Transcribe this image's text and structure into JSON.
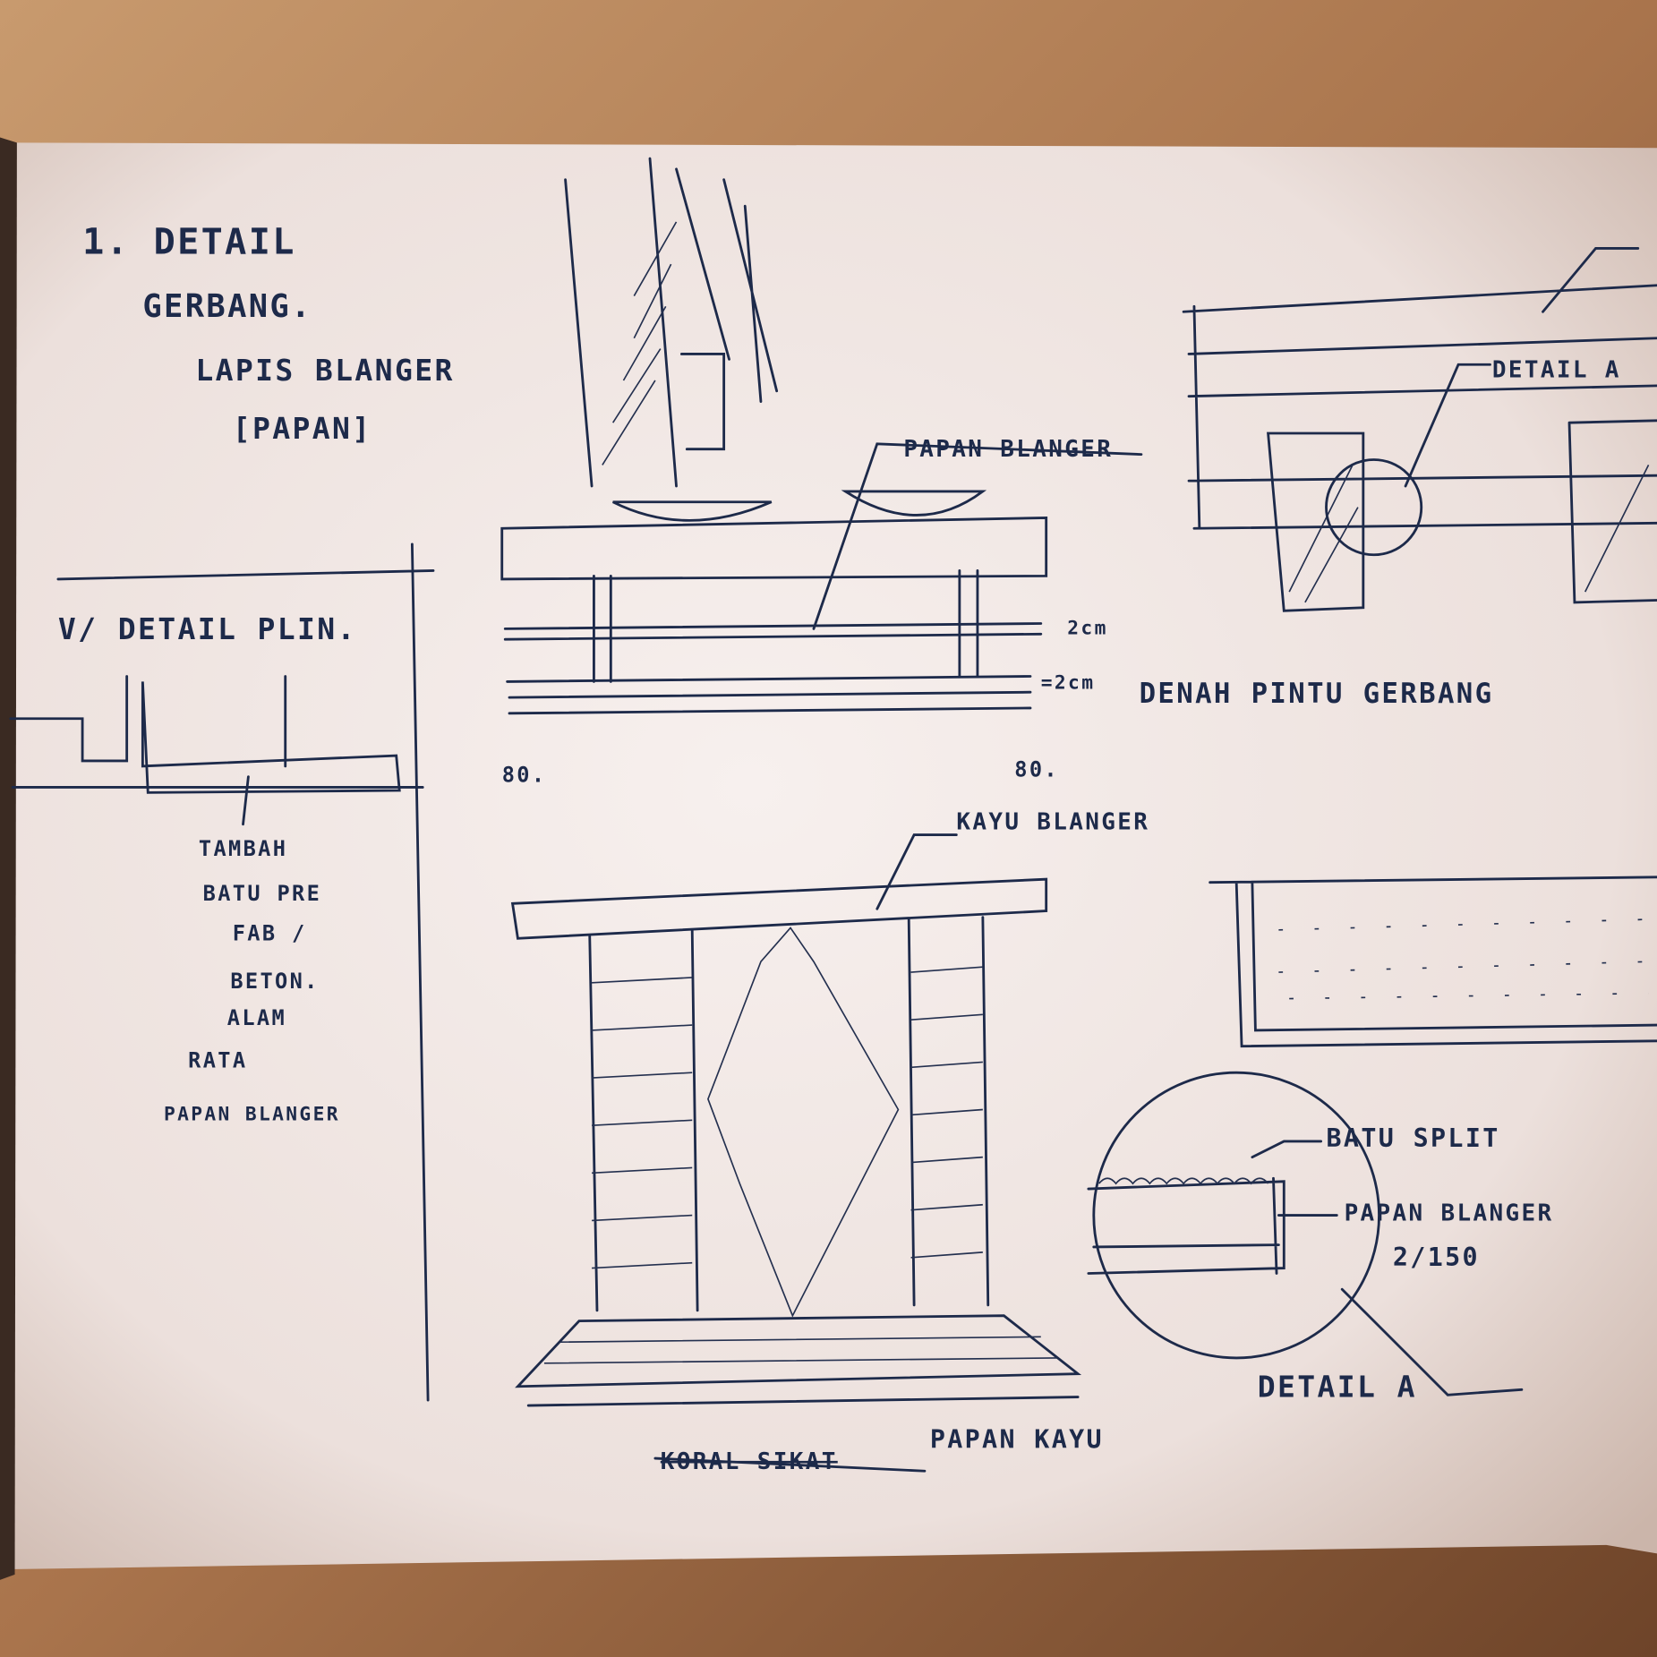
{
  "sketch": {
    "title_lines": [
      "1. DETAIL",
      "GERBANG.",
      "LAPIS BLANGER",
      "[PAPAN]"
    ],
    "plinth": {
      "heading": "V/ DETAIL PLIN.",
      "note_lines": [
        "TAMBAH",
        "BATU PRE",
        "FAB /",
        "BETON.",
        "ALAM",
        "RATA",
        "PAPAN BLANGER"
      ]
    },
    "plan": {
      "label_papan": "PAPAN BLANGER",
      "dim_top": "2cm",
      "dim_bottom": "=2cm",
      "dim_left": "80.",
      "dim_right": "80.",
      "caption": "DENAH PINTU GERBANG"
    },
    "elevation_right": {
      "callout": "DETAIL A"
    },
    "gate_elevation": {
      "label_top": "KAYU BLANGER",
      "label_struck": "KORAL SIKAT",
      "label_bottom": "PAPAN KAYU"
    },
    "detail_a": {
      "label_stone": "BATU SPLIT",
      "label_board": "PAPAN BLANGER",
      "label_size": "2/150",
      "caption": "DETAIL A"
    }
  }
}
